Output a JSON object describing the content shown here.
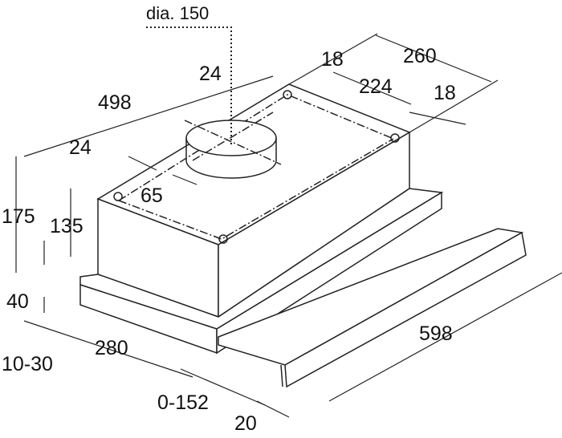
{
  "diagram": {
    "title": "Telescopic cooker hood dimensions",
    "labels": {
      "duct_diameter": "dia. 150",
      "top_offset_24": "24",
      "rear_offset_18": "18",
      "depth_260": "260",
      "depth_224": "224",
      "side_offset_18": "18",
      "width_498": "498",
      "left_offset_24": "24",
      "duct_offset_65": "65",
      "height_175": "175",
      "height_135": "135",
      "height_40": "40",
      "range_10_30": "10-30",
      "depth_280": "280",
      "extension_0_152": "0-152",
      "front_20": "20",
      "width_598": "598"
    }
  }
}
